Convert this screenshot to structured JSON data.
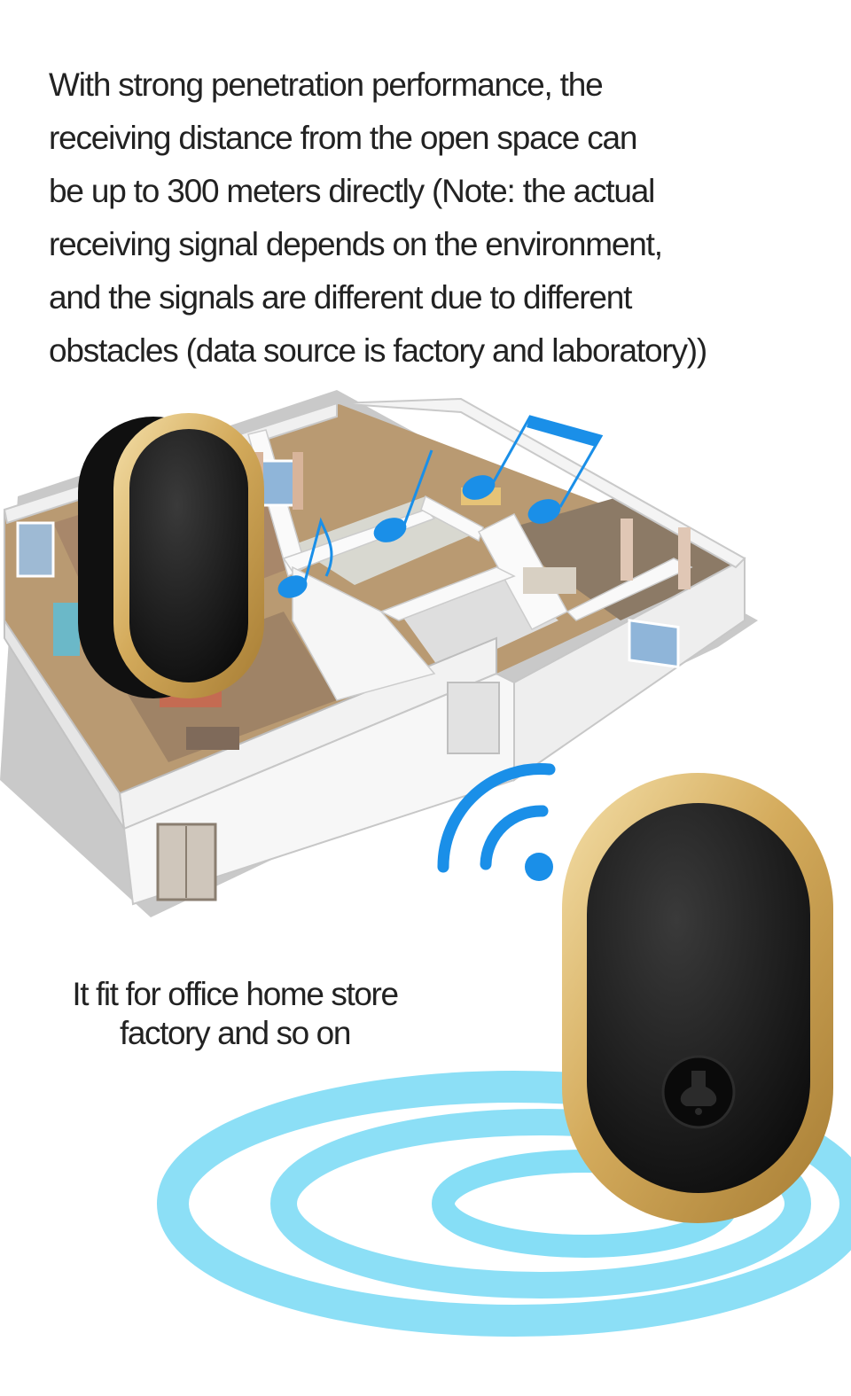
{
  "headline": {
    "lines": [
      "With strong penetration performance, the",
      "receiving distance from the open space can",
      "be up to 300 meters directly (Note: the actual",
      "receiving signal depends on the environment,",
      "and the signals are different due to different",
      "obstacles (data source is factory and laboratory))"
    ]
  },
  "caption": {
    "lines": [
      "It fit for office home store",
      "factory and so on"
    ]
  },
  "colors": {
    "text": "#222222",
    "accent_blue": "#1a8fe8",
    "ripple_cyan": "#7fdcf5",
    "gold_frame": "#d9b46a",
    "device_black": "#141414"
  },
  "icons": {
    "music_notes": "music-note-icon",
    "wifi_signal": "wifi-signal-icon",
    "button": "bell-button-icon"
  }
}
